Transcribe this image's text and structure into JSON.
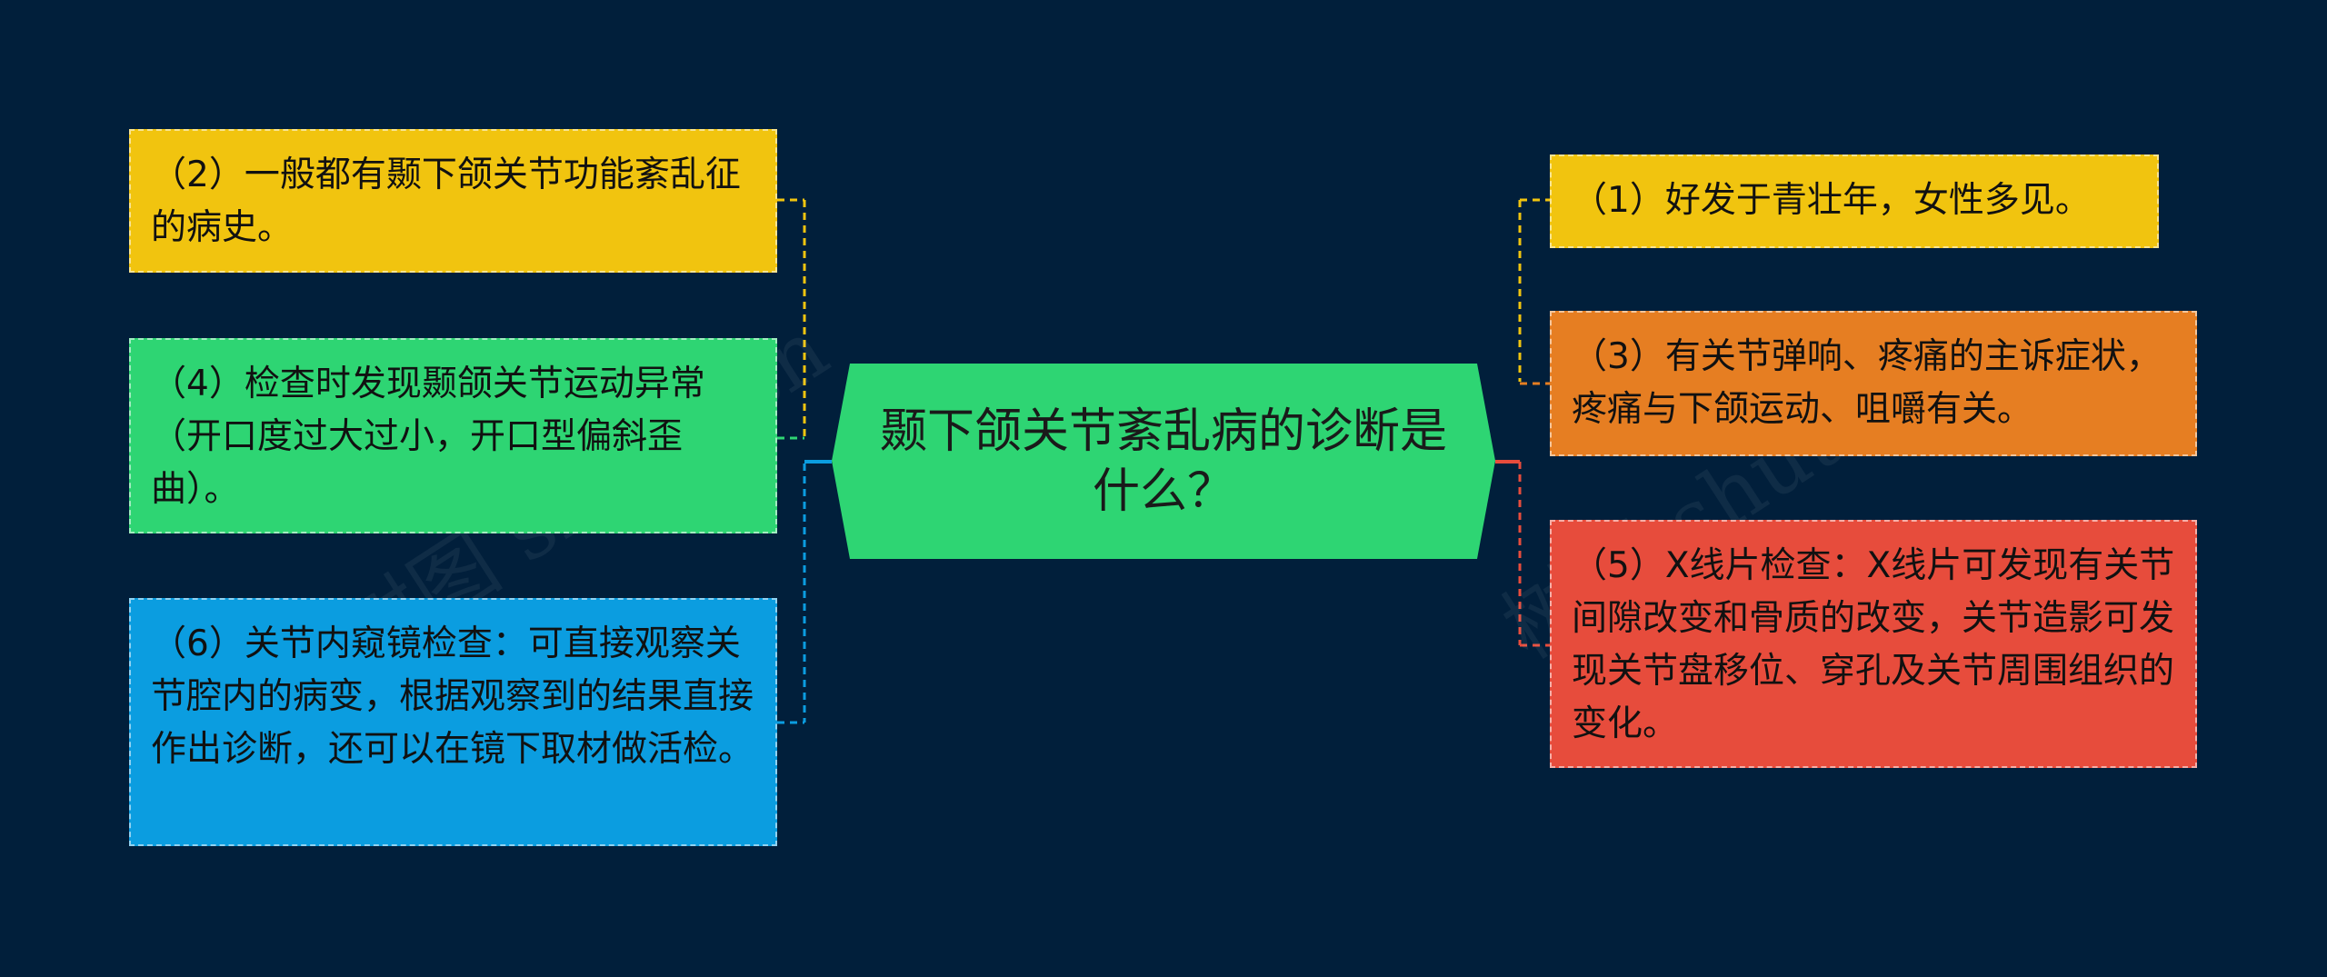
{
  "central": {
    "text": "颞下颌关节紊乱病的诊断是什么？",
    "color": "#2ed573"
  },
  "left_nodes": [
    {
      "text": "（2）一般都有颞下颌关节功能紊乱征的病史。",
      "color": "#f1c40f",
      "connector": "#f1c40f"
    },
    {
      "text": "（4）检查时发现颞颌关节运动异常（开口度过大过小，开口型偏斜歪曲）。",
      "color": "#2ed573",
      "connector": "#2ed573"
    },
    {
      "text": "（6）关节内窥镜检查：可直接观察关节腔内的病变，根据观察到的结果直接作出诊断，还可以在镜下取材做活检。",
      "color": "#0b9de0",
      "connector": "#0b9de0"
    }
  ],
  "right_nodes": [
    {
      "text": "（1）好发于青壮年，女性多见。",
      "color": "#f1c40f",
      "connector": "#f1c40f"
    },
    {
      "text": "（3）有关节弹响、疼痛的主诉症状，疼痛与下颌运动、咀嚼有关。",
      "color": "#e67e22",
      "connector": "#e67e22"
    },
    {
      "text": "（5）X线片检查：X线片可发现有关节间隙改变和骨质的改变，关节造影可发现关节盘移位、穿孔及关节周围组织的变化。",
      "color": "#e74c3c",
      "connector": "#e74c3c"
    }
  ],
  "watermarks": [
    "树图 shutu.cn",
    "树图 shutu.cn"
  ]
}
